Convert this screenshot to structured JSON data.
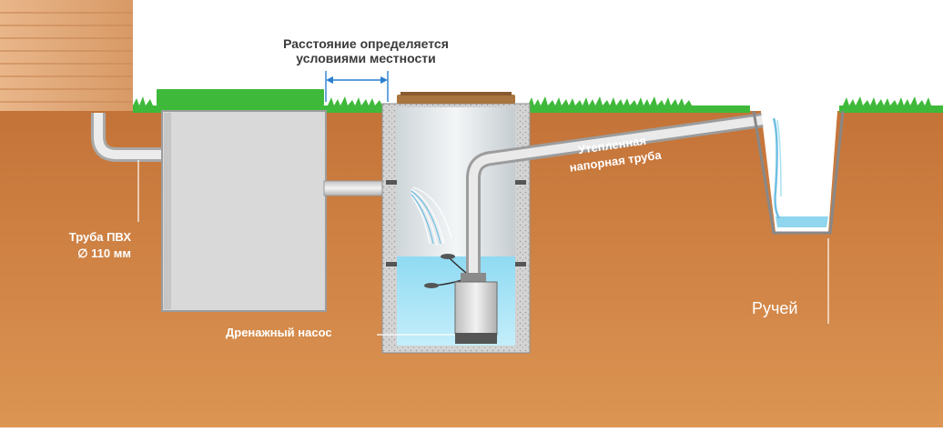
{
  "labels": {
    "distance_line1": "Расстояние определяется",
    "distance_line2": "условиями местности",
    "pvc_pipe_line1": "Труба ПВХ",
    "pvc_pipe_line2": "∅ 110 мм",
    "insulated_pipe_line1": "Утепленная",
    "insulated_pipe_line2": "напорная труба",
    "pump": "Дренажный насос",
    "stream": "Ручей"
  },
  "colors": {
    "soil_top": "#c9763d",
    "soil_bottom": "#d9904f",
    "grass": "#3fb93a",
    "water": "#8fd6ee",
    "concrete": "#cfcfcf",
    "tank": "#d7d7d7",
    "pipe": "#d2d2d2",
    "arrow": "#2a7fd0",
    "wood": "#e2a878"
  }
}
